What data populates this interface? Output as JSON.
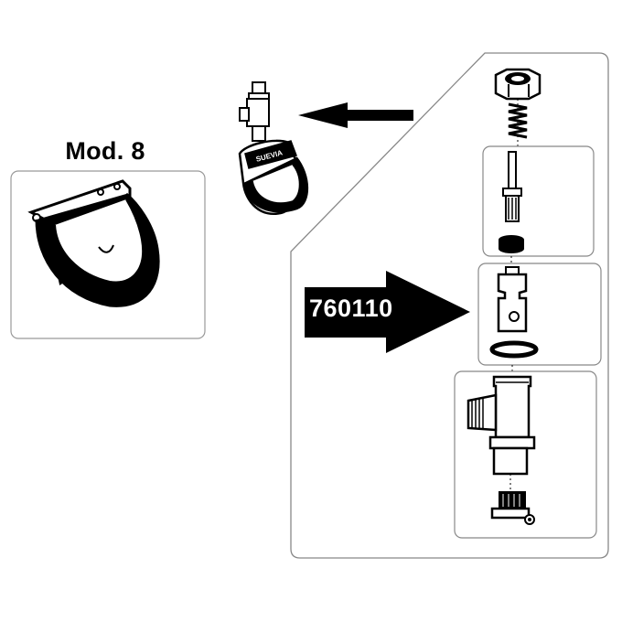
{
  "model": {
    "title": "Mod. 8"
  },
  "part": {
    "number": "760110"
  },
  "brand": {
    "logo_text": "SUEVIA"
  },
  "colors": {
    "line": "#000000",
    "panel_border": "#888888",
    "background": "#ffffff"
  },
  "components": [
    {
      "name": "hex-nut"
    },
    {
      "name": "spring"
    },
    {
      "name": "valve-pin"
    },
    {
      "name": "rubber-seal"
    },
    {
      "name": "valve-body"
    },
    {
      "name": "o-ring"
    },
    {
      "name": "tee-fitting"
    },
    {
      "name": "threaded-nipple"
    }
  ]
}
